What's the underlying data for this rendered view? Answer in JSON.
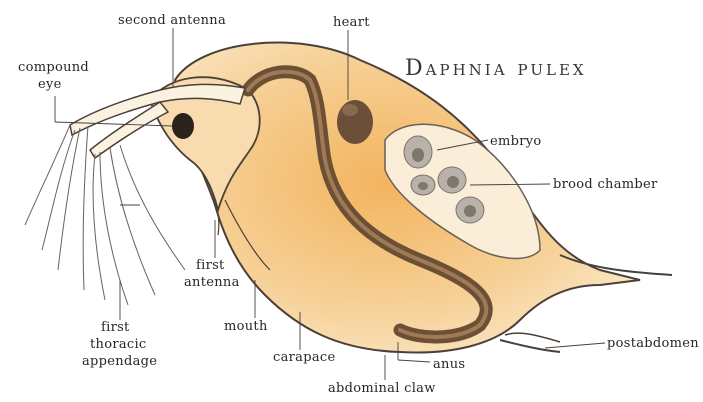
{
  "title": "Daphnia pulex",
  "labels": {
    "second_antenna": "second antenna",
    "heart": "heart",
    "compound_eye_1": "compound",
    "compound_eye_2": "eye",
    "embryo": "embryo",
    "brood_chamber": "brood chamber",
    "first_antenna_1": "first",
    "first_antenna_2": "antenna",
    "mouth": "mouth",
    "first_thoracic_1": "first",
    "first_thoracic_2": "thoracic",
    "first_thoracic_3": "appendage",
    "carapace": "carapace",
    "anus": "anus",
    "postabdomen": "postabdomen",
    "abdominal_claw": "abdominal claw"
  },
  "colors": {
    "body_fill": "#f7d9a8",
    "body_mid": "#f1b867",
    "gut": "#6b5036",
    "outline": "#4a4038",
    "eggs": "#9c958e"
  }
}
